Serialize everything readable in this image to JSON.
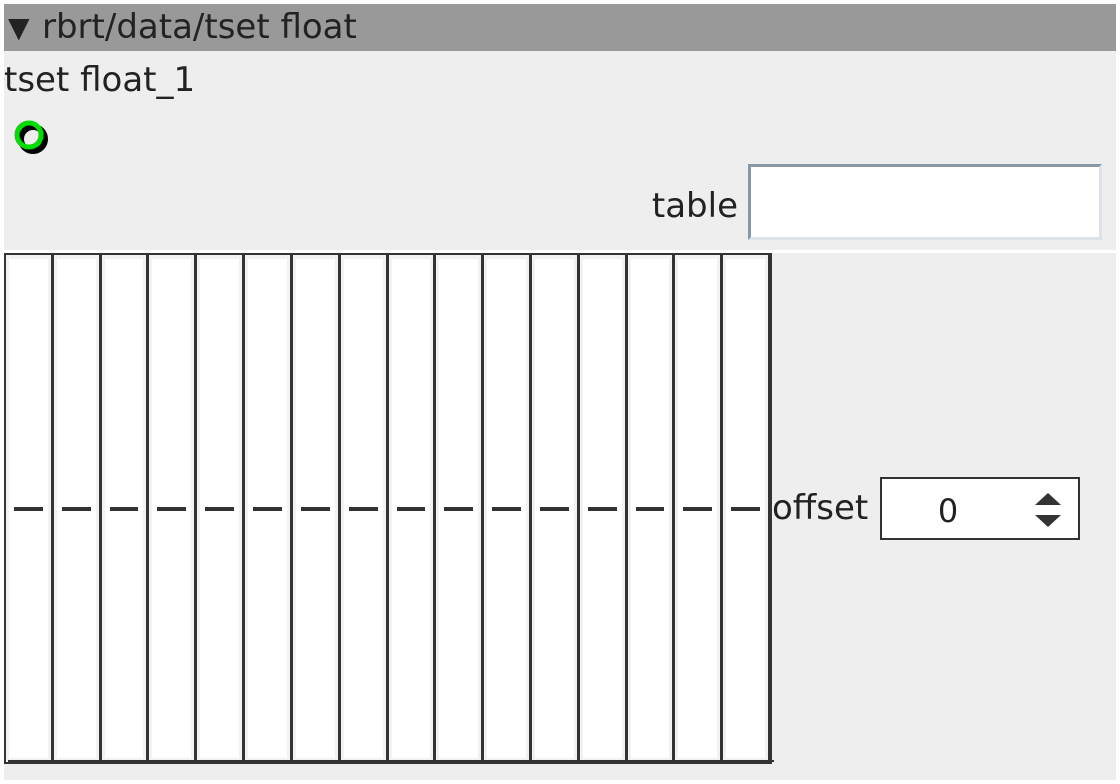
{
  "header": {
    "toggle_icon": "▼",
    "path": "rbrt/data/tset float"
  },
  "instance": {
    "name": "tset float_1"
  },
  "status": {
    "icon": "status-led-icon",
    "color": "#00dd00",
    "shadow_color": "#000000"
  },
  "table": {
    "label": "table",
    "value": ""
  },
  "sliders": {
    "count": 16,
    "values": [
      0,
      0,
      0,
      0,
      0,
      0,
      0,
      0,
      0,
      0,
      0,
      0,
      0,
      0,
      0,
      0
    ]
  },
  "offset": {
    "label": "offset",
    "value": "0"
  }
}
